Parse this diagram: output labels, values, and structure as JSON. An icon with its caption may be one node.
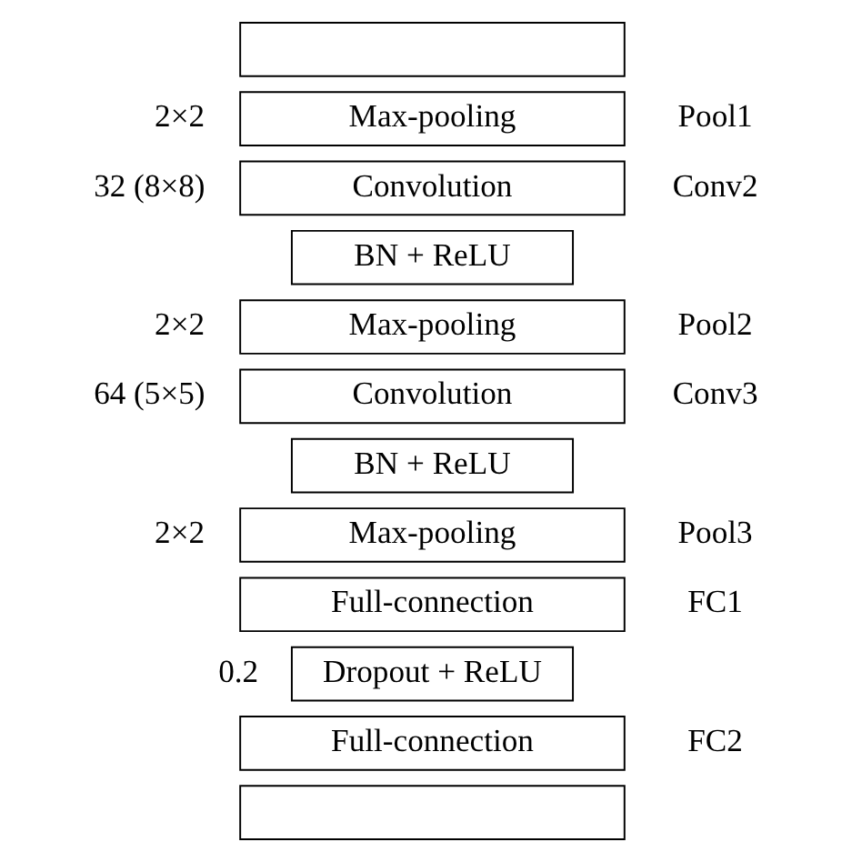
{
  "diagram": {
    "nodes": [
      {
        "text": [],
        "shape": "box"
      },
      {
        "text": [
          "Max-pooling"
        ],
        "beside": [
          "2×2",
          "Pool1"
        ]
      },
      {
        "text": [
          "Convolution"
        ],
        "beside": [
          "32 (8×8)",
          "Conv2"
        ]
      },
      {
        "text": [
          "BN + ReLU"
        ]
      },
      {
        "text": [
          "Max-pooling"
        ],
        "beside": [
          "2×2",
          "Pool2"
        ]
      },
      {
        "text": [
          "Convolution"
        ],
        "beside": [
          "64 (5×5)",
          "Conv3"
        ]
      },
      {
        "text": [
          "BN + ReLU"
        ]
      },
      {
        "text": [
          "Max-pooling"
        ],
        "beside": [
          "2×2",
          "Pool3"
        ]
      },
      {
        "text": [
          "Full-connection"
        ],
        "beside": [
          "FC1"
        ]
      },
      {
        "text": [
          "Dropout + ReLU"
        ],
        "beside": [
          "0.2"
        ]
      },
      {
        "text": [
          "Full-connection"
        ],
        "beside": [
          "FC2"
        ]
      },
      {
        "text": [],
        "shape": "box"
      }
    ]
  }
}
